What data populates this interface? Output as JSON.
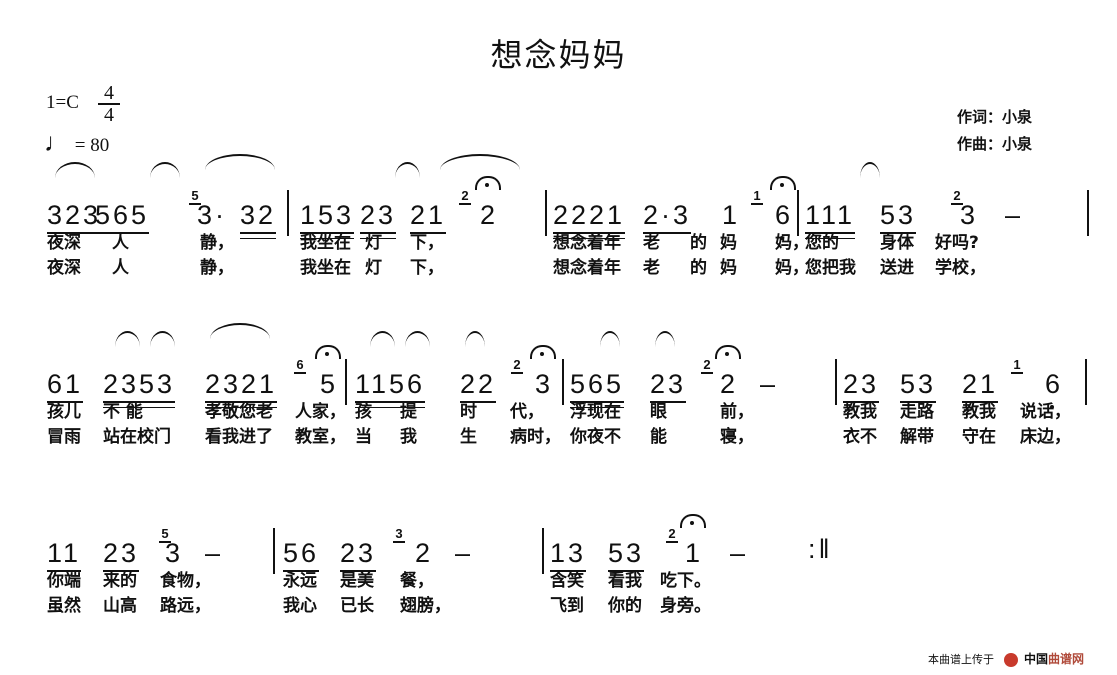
{
  "title": "想念妈妈",
  "key": "1=C",
  "time_signature": {
    "top": "4",
    "bottom": "4"
  },
  "tempo": {
    "symbol": "♩",
    "text": "= 80"
  },
  "credits": {
    "lyrics": "作词：小泉",
    "music": "作曲：小泉"
  },
  "score": {
    "rows": [
      {
        "items": [
          {
            "t": "n",
            "v": "323",
            "u": 1
          },
          {
            "t": "n",
            "v": "565",
            "u": 1
          },
          {
            "t": "g",
            "v": "5"
          },
          {
            "t": "n",
            "v": "3·"
          },
          {
            "t": "n",
            "v": "32",
            "u": 2
          },
          {
            "t": "bar"
          },
          {
            "t": "n",
            "v": "153",
            "u": 2
          },
          {
            "t": "n",
            "v": "23",
            "u": 2
          },
          {
            "t": "n",
            "v": "21",
            "u": 1
          },
          {
            "t": "g",
            "v": "2"
          },
          {
            "t": "n",
            "v": "2",
            "f": true
          },
          {
            "t": "bar"
          },
          {
            "t": "n",
            "v": "2221",
            "u": 2
          },
          {
            "t": "n",
            "v": "2·3",
            "u": 1
          },
          {
            "t": "n",
            "v": "1"
          },
          {
            "t": "g",
            "v": "1"
          },
          {
            "t": "n",
            "v": "6",
            "f": true,
            "low": true
          },
          {
            "t": "bar"
          },
          {
            "t": "n",
            "v": "111",
            "u": 2
          },
          {
            "t": "n",
            "v": "53",
            "u": 1
          },
          {
            "t": "g",
            "v": "2"
          },
          {
            "t": "n",
            "v": "3"
          },
          {
            "t": "n",
            "v": "–"
          },
          {
            "t": "bar"
          }
        ],
        "lyrics1": [
          "夜深",
          "人",
          "静，",
          "我坐在",
          "灯",
          "下，",
          "想念着年",
          "老",
          "的",
          "妈",
          "妈，",
          "您的",
          "身体",
          "好吗?"
        ],
        "lyrics2": [
          "夜深",
          "人",
          "静，",
          "我坐在",
          "灯",
          "下，",
          "想念着年",
          "老",
          "的",
          "妈",
          "妈，",
          "您把我",
          "送进",
          "学校，"
        ]
      },
      {
        "items": [
          {
            "t": "n",
            "v": "61",
            "u": 1
          },
          {
            "t": "n",
            "v": "2353",
            "u": 2
          },
          {
            "t": "n",
            "v": "2321",
            "u": 2
          },
          {
            "t": "g",
            "v": "6"
          },
          {
            "t": "n",
            "v": "5",
            "f": true
          },
          {
            "t": "bar"
          },
          {
            "t": "n",
            "v": "1156",
            "u": 2
          },
          {
            "t": "n",
            "v": "22",
            "u": 1
          },
          {
            "t": "g",
            "v": "2"
          },
          {
            "t": "n",
            "v": "3",
            "f": true
          },
          {
            "t": "bar"
          },
          {
            "t": "n",
            "v": "565",
            "u": 2
          },
          {
            "t": "n",
            "v": "23",
            "u": 1
          },
          {
            "t": "g",
            "v": "2"
          },
          {
            "t": "n",
            "v": "2",
            "f": true
          },
          {
            "t": "n",
            "v": "–"
          },
          {
            "t": "bar"
          },
          {
            "t": "n",
            "v": "23",
            "u": 1
          },
          {
            "t": "n",
            "v": "53",
            "u": 1
          },
          {
            "t": "n",
            "v": "21",
            "u": 1
          },
          {
            "t": "g",
            "v": "1"
          },
          {
            "t": "n",
            "v": "6",
            "low": true
          },
          {
            "t": "bar"
          }
        ],
        "lyrics1": [
          "孩儿",
          "不 能",
          "孝敬您老",
          "人家，",
          "孩",
          "提",
          "时",
          "代，",
          "浮现在",
          "眼",
          "前，",
          "教我",
          "走路",
          "教我",
          "说话，"
        ],
        "lyrics2": [
          "冒雨",
          "站在校门",
          "看我进了",
          "教室，",
          "当",
          "我",
          "生",
          "病时，",
          "你夜不",
          "能",
          "寝，",
          "衣不",
          "解带",
          "守在",
          "床边，"
        ]
      },
      {
        "items": [
          {
            "t": "n",
            "v": "11",
            "u": 1
          },
          {
            "t": "n",
            "v": "23",
            "u": 1
          },
          {
            "t": "g",
            "v": "5"
          },
          {
            "t": "n",
            "v": "3"
          },
          {
            "t": "n",
            "v": "–"
          },
          {
            "t": "bar"
          },
          {
            "t": "n",
            "v": "56",
            "u": 1
          },
          {
            "t": "n",
            "v": "23",
            "u": 1
          },
          {
            "t": "g",
            "v": "3"
          },
          {
            "t": "n",
            "v": "2"
          },
          {
            "t": "n",
            "v": "–"
          },
          {
            "t": "bar"
          },
          {
            "t": "n",
            "v": "13",
            "u": 1
          },
          {
            "t": "n",
            "v": "53",
            "u": 1
          },
          {
            "t": "g",
            "v": "2"
          },
          {
            "t": "n",
            "v": "1",
            "f": true
          },
          {
            "t": "n",
            "v": "–"
          },
          {
            "t": "repeat",
            "v": ":‖"
          }
        ],
        "lyrics1": [
          "你端",
          "来的",
          "食物，",
          "永远",
          "是美",
          "餐，",
          "含笑",
          "看我",
          "吃下。"
        ],
        "lyrics2": [
          "虽然",
          "山高",
          "路远，",
          "我心",
          "已长",
          "翅膀，",
          "飞到",
          "你的",
          "身旁。"
        ]
      }
    ]
  },
  "footer": {
    "text": "本曲谱上传于",
    "logo_main": "中国",
    "logo_accent": "曲谱网"
  }
}
